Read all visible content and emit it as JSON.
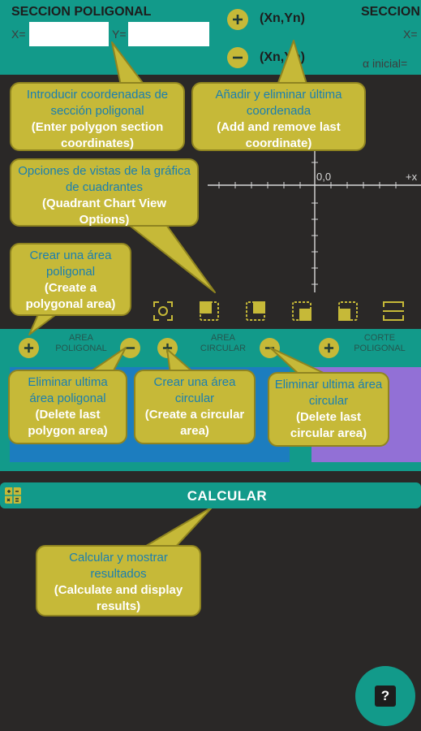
{
  "header": {
    "title_left": "SECCION POLIGONAL",
    "label_x": "X=",
    "label_y": "Y=",
    "title_right": "SECCION",
    "label_x_right": "X=",
    "alpha_label": "α inicial=",
    "coord_add": "(Xn,Yn)",
    "coord_remove": "(Xn,Yn)"
  },
  "callouts": {
    "enter_coords": {
      "es": "Introducir coordenadas de sección poligonal",
      "en": "(Enter polygon section coordinates)"
    },
    "add_remove": {
      "es": "Añadir y eliminar última coordenada",
      "en": "(Add and remove last coordinate)"
    },
    "view_options": {
      "es": "Opciones de vistas de la gráfica de cuadrantes",
      "en": "(Quadrant Chart View Options)"
    },
    "create_polygon": {
      "es": "Crear una área poligonal",
      "en": "(Create a polygonal area)"
    },
    "delete_polygon": {
      "es": "Eliminar ultima área poligonal",
      "en": "(Delete last polygon area)"
    },
    "create_circular": {
      "es": "Crear una área circular",
      "en": "(Create a circular area)"
    },
    "delete_circular": {
      "es": "Eliminar ultima área circular",
      "en": "(Delete last circular area)"
    },
    "calculate": {
      "es": "Calcular y mostrar resultados",
      "en": "(Calculate and display results)"
    }
  },
  "chart": {
    "origin_label": "0,0",
    "x_axis_label": "+x"
  },
  "sections": {
    "polygonal_area": "AREA POLIGONAL",
    "circular_area": "AREA CIRCULAR",
    "polygonal_cut": "CORTE POLIGONAL"
  },
  "calculate_label": "CALCULAR",
  "help_label": "?",
  "colors": {
    "teal": "#129a8a",
    "olive_callout": "#c6b938",
    "blue_panel": "#1c7dbf",
    "purple_panel": "#9270d6",
    "background": "#2a2827"
  }
}
